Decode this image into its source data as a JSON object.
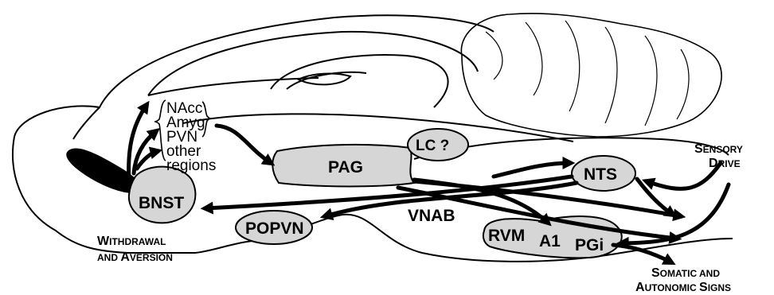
{
  "regions": {
    "bnst": "BNST",
    "pag": "PAG",
    "lc": "LC ?",
    "nts": "NTS",
    "popvn": "POPVN",
    "rvm": "RVM",
    "a1": "A1",
    "pgi": "PGi",
    "vnab": "VNAB"
  },
  "targets": [
    "NAcc",
    "Amyg",
    "PVN",
    "other",
    "regions"
  ],
  "labels": {
    "sensory_1_cap": "S",
    "sensory_1_rest": "ENSORY",
    "sensory_2_cap": "D",
    "sensory_2_rest": "RIVE",
    "withdrawal_1_cap": "W",
    "withdrawal_1_rest": "ITHDRAWAL",
    "withdrawal_2_a": "AND",
    "withdrawal_2_cap": "A",
    "withdrawal_2_rest": "VERSION",
    "somatic_1_cap": "S",
    "somatic_1_rest": "OMATIC AND",
    "somatic_2_cap": "A",
    "somatic_2_rest": "UTONOMIC",
    "somatic_2_cap2": "S",
    "somatic_2_rest2": "IGNS"
  },
  "colors": {
    "nucleus_fill": "#d6d6d6",
    "stroke": "#000000",
    "bar": "#000000"
  }
}
